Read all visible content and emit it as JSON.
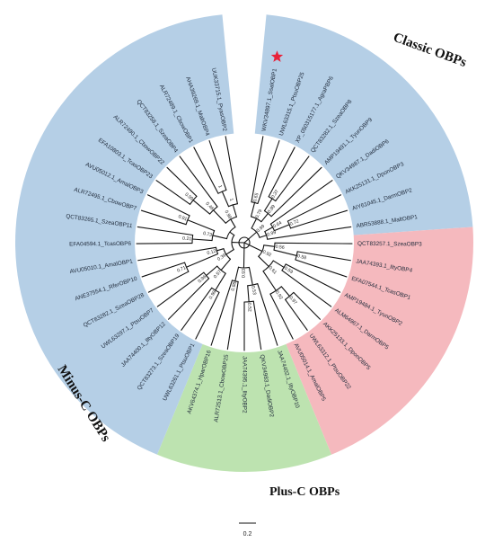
{
  "groups": [
    {
      "id": "classic",
      "title": "Classic OBPs",
      "color": "#b5cfe6"
    },
    {
      "id": "minusc",
      "title": "Minus-C OBPs",
      "color": "#f5b9be"
    },
    {
      "id": "plusc",
      "title": "Plus-C OBPs",
      "color": "#bde3b0"
    }
  ],
  "leaves": [
    {
      "label": "WKV34897.1_SsalOBP1",
      "group": "classic",
      "star": true
    },
    {
      "label": "UWL63315.1_PtsuOBP25",
      "group": "classic"
    },
    {
      "label": "XP_050315177.1_AgraPBP6",
      "group": "classic"
    },
    {
      "label": "QCT83282.1_SzeaOBP8",
      "group": "classic"
    },
    {
      "label": "AMP19491.1_TyunOBP9",
      "group": "classic"
    },
    {
      "label": "QKV34987.1_DadiOBP6",
      "group": "classic"
    },
    {
      "label": "AKK25131.1_DponOBP3",
      "group": "classic"
    },
    {
      "label": "AIY61045.1_DarmOBP2",
      "group": "classic"
    },
    {
      "label": "ABR53888.1_MaltOBP1",
      "group": "classic"
    },
    {
      "label": "QCT83257.1_SzeaOBP3",
      "group": "minusc"
    },
    {
      "label": "JAA74393.1_IltyOBP4",
      "group": "minusc"
    },
    {
      "label": "EFA07544.1_TcasOBP1",
      "group": "minusc"
    },
    {
      "label": "AMP19484.1_TyunOBP2",
      "group": "minusc"
    },
    {
      "label": "ALM64967.1_DarmOBP5",
      "group": "minusc"
    },
    {
      "label": "AKK25133.1_DponOBP5",
      "group": "minusc"
    },
    {
      "label": "UWL63312.1_PtsuOBP22",
      "group": "minusc"
    },
    {
      "label": "AVU05014.1_AmalOBP5",
      "group": "minusc"
    },
    {
      "label": "JAA74402.1_IltyOBP10",
      "group": "plusc"
    },
    {
      "label": "QKV34983.1_DadiOBP2",
      "group": "plusc"
    },
    {
      "label": "JAA74395.1_IltyOBP2",
      "group": "plusc"
    },
    {
      "label": "ALR72513.1_CbowOBP25",
      "group": "plusc"
    },
    {
      "label": "AKV64374.1_HparOBP16",
      "group": "plusc"
    },
    {
      "label": "UWL63261.1_PtsuOBP1",
      "group": "classic"
    },
    {
      "label": "QCT83273.1_SzeaOBP19",
      "group": "classic"
    },
    {
      "label": "JAA74400.1_IltyOBP12",
      "group": "classic"
    },
    {
      "label": "UWL63297.1_PtsuOBP7",
      "group": "classic"
    },
    {
      "label": "QCT83282.1_SzeaOBP28",
      "group": "classic"
    },
    {
      "label": "ANE37554.1_RferOBP10",
      "group": "classic"
    },
    {
      "label": "AVU05010.1_AmalOBP1",
      "group": "classic"
    },
    {
      "label": "EFA04594.1_TcasOBP6",
      "group": "classic"
    },
    {
      "label": "QCT83265.1_SzeaOBP11",
      "group": "classic"
    },
    {
      "label": "ALR72495.1_CbowOBP7",
      "group": "classic"
    },
    {
      "label": "AVU05012.1_AmalOBP3",
      "group": "classic"
    },
    {
      "label": "EFA10803.1_TcasOBP23",
      "group": "classic"
    },
    {
      "label": "ALR72490.1_CbowOBP22",
      "group": "classic"
    },
    {
      "label": "QCT83258.1_SzeaOBP4",
      "group": "classic"
    },
    {
      "label": "ALR72489.1_CbowOBP1",
      "group": "classic"
    },
    {
      "label": "AHA39269.1_MaltOBP4",
      "group": "classic"
    },
    {
      "label": "UUK33715.1_PyasOBP2",
      "group": "classic"
    }
  ],
  "bootstrap": [
    "0.65",
    "0.37",
    "0.99",
    "0.79",
    "0.72",
    "0.64",
    "0.99",
    "0.99",
    "0.58",
    "0.56",
    "0.59",
    "0.97",
    "0.92",
    "0.61",
    "0.92",
    "0.52",
    "0.53",
    "0.88",
    "0.93",
    "0.98",
    "0.96",
    "0.57",
    "0.71",
    "0.12",
    "0.39",
    "0.21",
    "0.91",
    "0.73",
    "0.99",
    "0.46",
    "1",
    "1",
    "0.99"
  ],
  "scale_bar": {
    "label": "0.2"
  }
}
